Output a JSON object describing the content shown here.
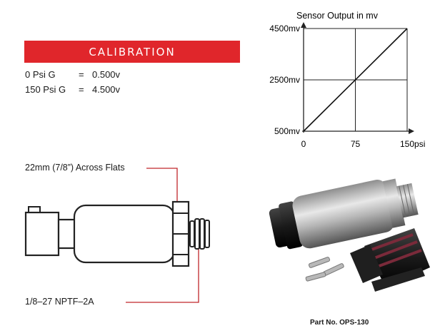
{
  "calibration": {
    "title": "CALIBRATION",
    "rows": [
      {
        "pressure": "0 Psi G",
        "eq": "=",
        "output": "0.500v"
      },
      {
        "pressure": "150 Psi G",
        "eq": "=",
        "output": "4.500v"
      }
    ]
  },
  "chart_data": {
    "type": "line",
    "title": "Sensor Output in mv",
    "xlabel": "",
    "ylabel": "",
    "x_ticks": [
      "0",
      "75",
      "150psi"
    ],
    "y_ticks": [
      "500mv",
      "2500mv",
      "4500mv"
    ],
    "xlim": [
      0,
      150
    ],
    "ylim": [
      500,
      4500
    ],
    "grid": true,
    "series": [
      {
        "x": [
          0,
          150
        ],
        "values": [
          500,
          4500
        ]
      }
    ]
  },
  "drawing": {
    "flats_label": "22mm (7/8”) Across Flats",
    "thread_label": "1/8–27 NPTF–2A"
  },
  "photo": {
    "part_number": "Part No. OPS-130"
  },
  "colors": {
    "brand_red": "#e0262b",
    "leader_red": "#c0262b"
  }
}
